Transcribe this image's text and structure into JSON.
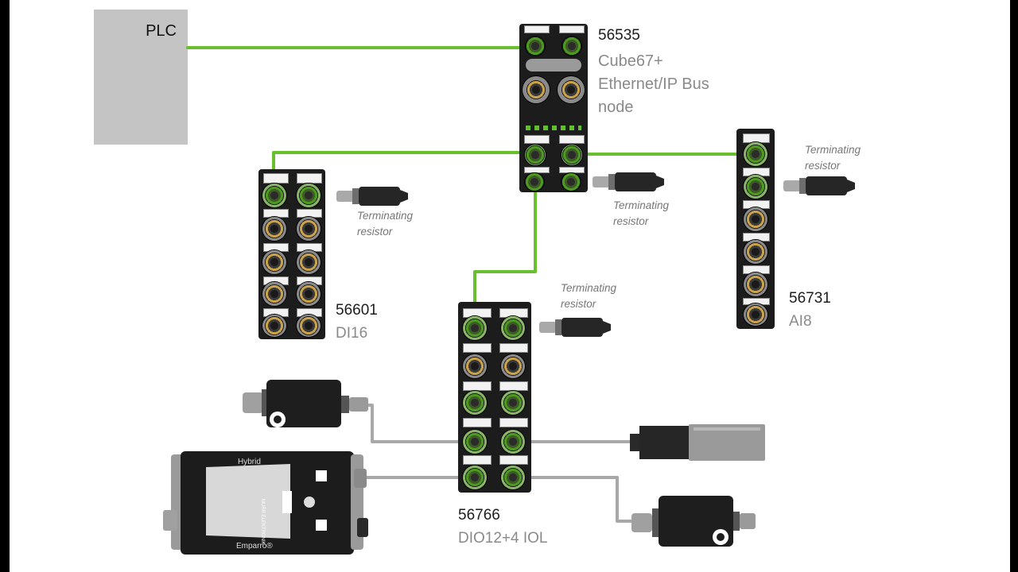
{
  "plc": {
    "label": "PLC"
  },
  "bus_node": {
    "part": "56535",
    "name": "Cube67+\nEthernet/IP Bus\nnode"
  },
  "modules": {
    "di16": {
      "part": "56601",
      "name": "DI16"
    },
    "ai8": {
      "part": "56731",
      "name": "AI8"
    },
    "dio": {
      "part": "56766",
      "name": "DIO12+4 IOL"
    }
  },
  "resistor_labels": {
    "r1": "Terminating\nresistor",
    "r2": "Terminating\nresistor",
    "r3": "Terminating\nresistor",
    "r4": "Terminating\nresistor"
  },
  "emparro": {
    "top": "Hybrid",
    "bottom": "Emparro®",
    "brand": "MURR ELEKTRONIK"
  },
  "colors": {
    "bus_wire": "#6abf2e",
    "io_wire": "#a8a8a8",
    "plc_box": "#c4c4c4"
  },
  "icons": [
    "port-icon",
    "resistor-icon",
    "sensor-icon",
    "power-supply-icon"
  ]
}
